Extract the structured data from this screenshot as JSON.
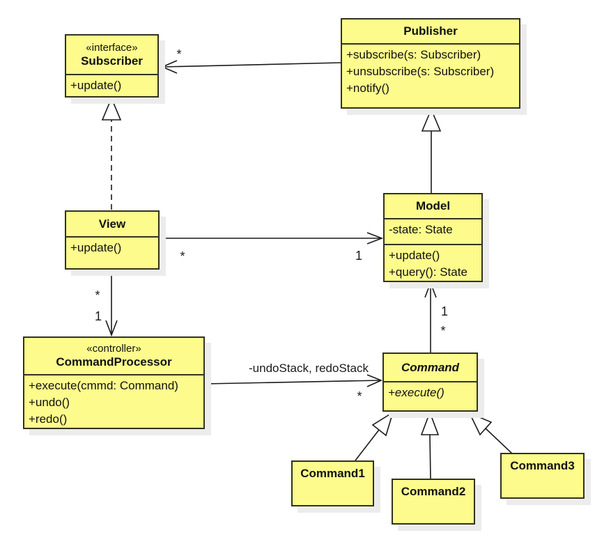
{
  "diagram": {
    "kind": "uml-class-diagram",
    "colors": {
      "node_fill": "#FCFB8C",
      "node_border": "#32321E",
      "shadow": "#ECECEC",
      "line": "#1A1A1A",
      "background": "#FFFFFF"
    }
  },
  "classes": {
    "subscriber": {
      "stereotype": "«interface»",
      "name": "Subscriber",
      "methods": [
        "+update()"
      ]
    },
    "publisher": {
      "name": "Publisher",
      "methods": [
        "+subscribe(s: Subscriber)",
        "+unsubscribe(s: Subscriber)",
        "+notify()"
      ]
    },
    "view": {
      "name": "View",
      "methods": [
        "+update()"
      ]
    },
    "model": {
      "name": "Model",
      "attributes": [
        "-state: State"
      ],
      "methods": [
        "+update()",
        "+query(): State"
      ]
    },
    "command_processor": {
      "stereotype": "«controller»",
      "name": "CommandProcessor",
      "methods": [
        "+execute(cmmd: Command)",
        "+undo()",
        "+redo()"
      ]
    },
    "command": {
      "name": "Command",
      "abstract": true,
      "methods": [
        "+execute()"
      ]
    },
    "command1": {
      "name": "Command1"
    },
    "command2": {
      "name": "Command2"
    },
    "command3": {
      "name": "Command3"
    }
  },
  "edges": {
    "publisher_to_subscriber": {
      "type": "directed-association",
      "target_multiplicity": "*"
    },
    "view_to_subscriber": {
      "type": "realization"
    },
    "model_to_publisher": {
      "type": "generalization"
    },
    "view_to_model": {
      "type": "directed-association",
      "source_multiplicity": "*",
      "target_multiplicity": "1"
    },
    "view_to_command_processor": {
      "type": "directed-association",
      "source_multiplicity": "*",
      "target_multiplicity": "1"
    },
    "command_to_model": {
      "type": "directed-association",
      "source_multiplicity": "*",
      "target_multiplicity": "1"
    },
    "command_processor_to_command": {
      "type": "directed-association",
      "label": "-undoStack, redoStack",
      "target_multiplicity": "*"
    },
    "command1_to_command": {
      "type": "generalization"
    },
    "command2_to_command": {
      "type": "generalization"
    },
    "command3_to_command": {
      "type": "generalization"
    }
  }
}
